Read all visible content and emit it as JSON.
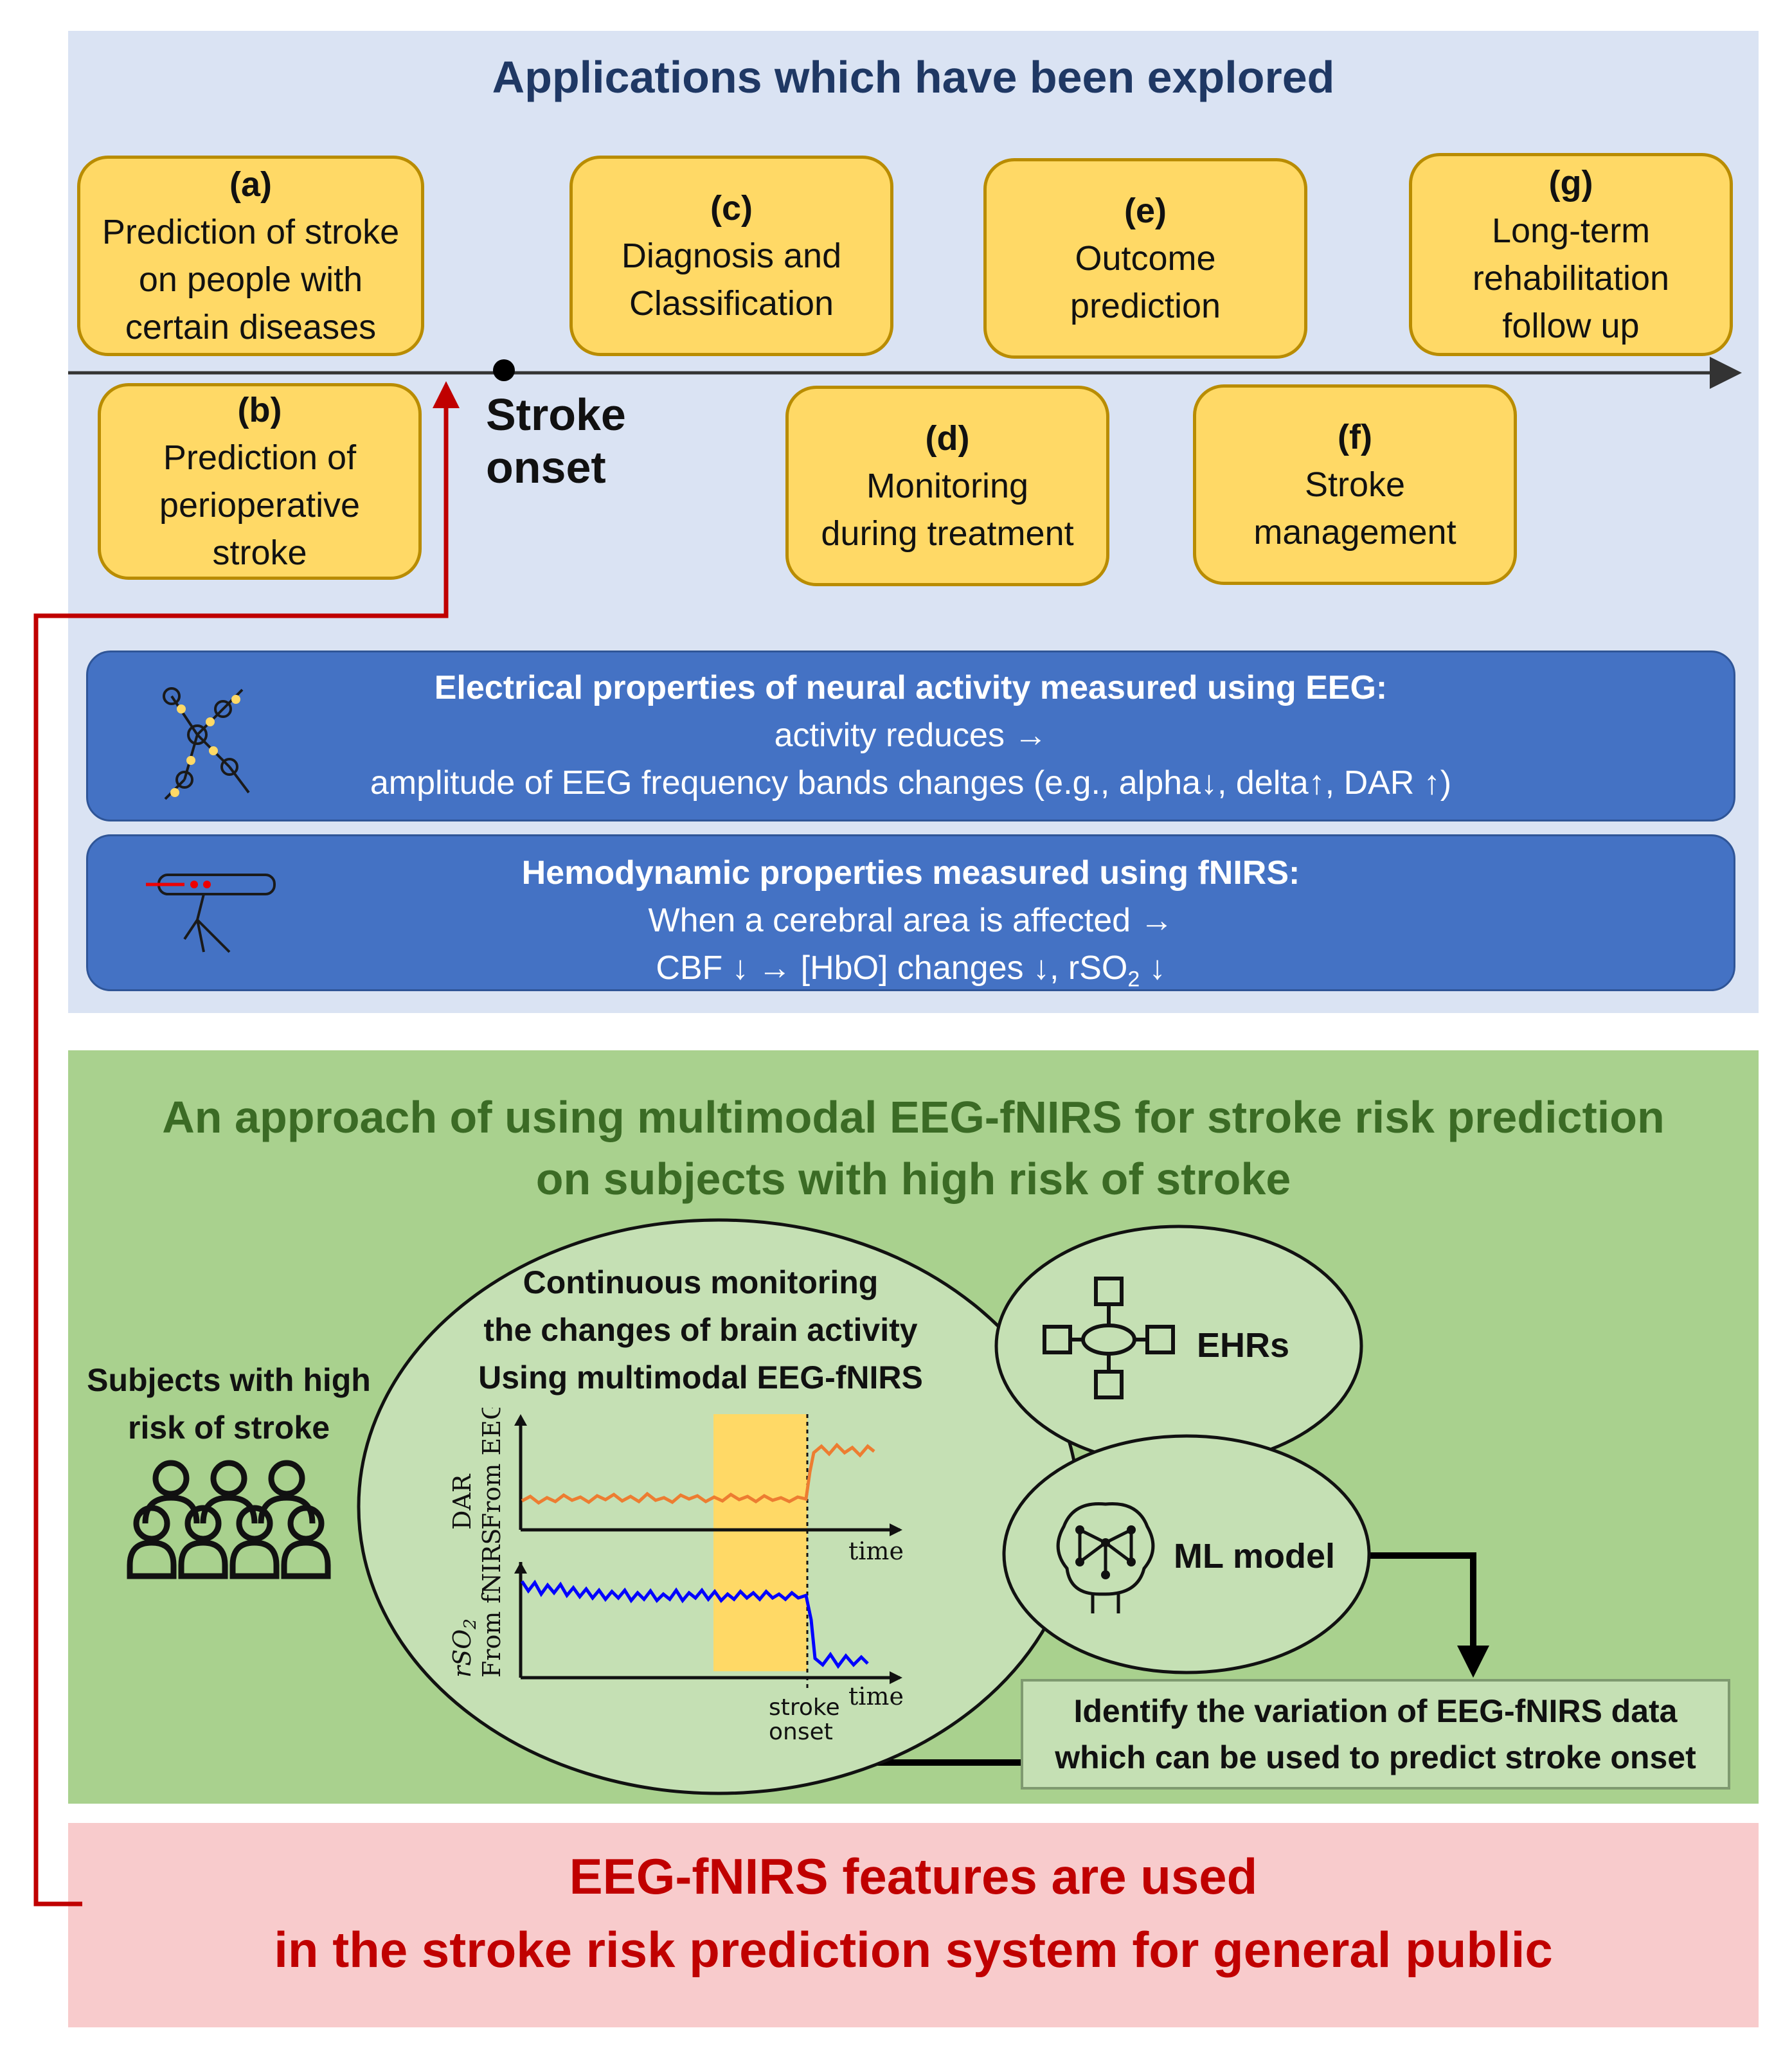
{
  "top_panel": {
    "title": "Applications which have been explored",
    "stroke_onset_label": [
      "Stroke",
      "onset"
    ],
    "boxes": [
      {
        "letter": "(a)",
        "lines": [
          "Prediction of stroke",
          "on people with",
          "certain diseases"
        ]
      },
      {
        "letter": "(b)",
        "lines": [
          "Prediction of",
          "perioperative",
          "stroke"
        ]
      },
      {
        "letter": "(c)",
        "lines": [
          "Diagnosis and",
          "Classification"
        ]
      },
      {
        "letter": "(d)",
        "lines": [
          "Monitoring",
          "during treatment"
        ]
      },
      {
        "letter": "(e)",
        "lines": [
          "Outcome",
          "prediction"
        ]
      },
      {
        "letter": "(f)",
        "lines": [
          "Stroke",
          "management"
        ]
      },
      {
        "letter": "(g)",
        "lines": [
          "Long-term",
          "rehabilitation",
          "follow up"
        ]
      }
    ],
    "eeg": {
      "heading": "Electrical properties of neural activity measured using EEG:",
      "line1": "activity reduces →",
      "line2": "amplitude of EEG frequency bands changes (e.g., alpha↓, delta↑, DAR ↑)",
      "icon": "neuron-icon"
    },
    "fnirs": {
      "heading": "Hemodynamic properties measured using fNIRS:",
      "line1": "When a cerebral area is affected →",
      "line2_prefix": "CBF ↓ → [HbO] changes ↓, rSO",
      "line2_sub": "2",
      "line2_suffix": " ↓",
      "icon": "blood-vessel-icon"
    }
  },
  "green_panel": {
    "title_lines": [
      "An approach of using multimodal EEG-fNIRS for stroke risk prediction",
      "on subjects with high risk of stroke"
    ],
    "subjects_label": [
      "Subjects with high",
      "risk of stroke"
    ],
    "monitor_label": [
      "Continuous monitoring",
      "the changes of brain activity",
      "Using multimodal EEG-fNIRS"
    ],
    "ehr_label": "EHRs",
    "ml_label": "ML model",
    "identify_lines": [
      "Identify the variation of EEG-fNIRS data",
      "which can be used to predict stroke onset"
    ],
    "plot_top": {
      "ylabel_main": "DAR",
      "ylabel_from": "From EEG",
      "xlabel": "time"
    },
    "plot_bottom": {
      "ylabel_main": "rSO",
      "ylabel_sub": "2",
      "ylabel_from": "From fNIRS",
      "xlabel": "time"
    },
    "stroke_onset_marker": [
      "stroke",
      "onset"
    ],
    "colors": {
      "dar_line": "#ed7d31",
      "rso2_line": "#0000ff",
      "highlight": "#ffd966"
    }
  },
  "red_panel": {
    "lines": [
      "EEG-fNIRS features are used",
      "in the stroke risk prediction system for general public"
    ]
  },
  "colors": {
    "blue_panel": "#dae3f3",
    "green_panel": "#a9d18e",
    "red_panel": "#f8cbcc",
    "yellow_box": "#ffd966",
    "blue_box": "#4472c4",
    "red_arrow": "#c00000"
  }
}
